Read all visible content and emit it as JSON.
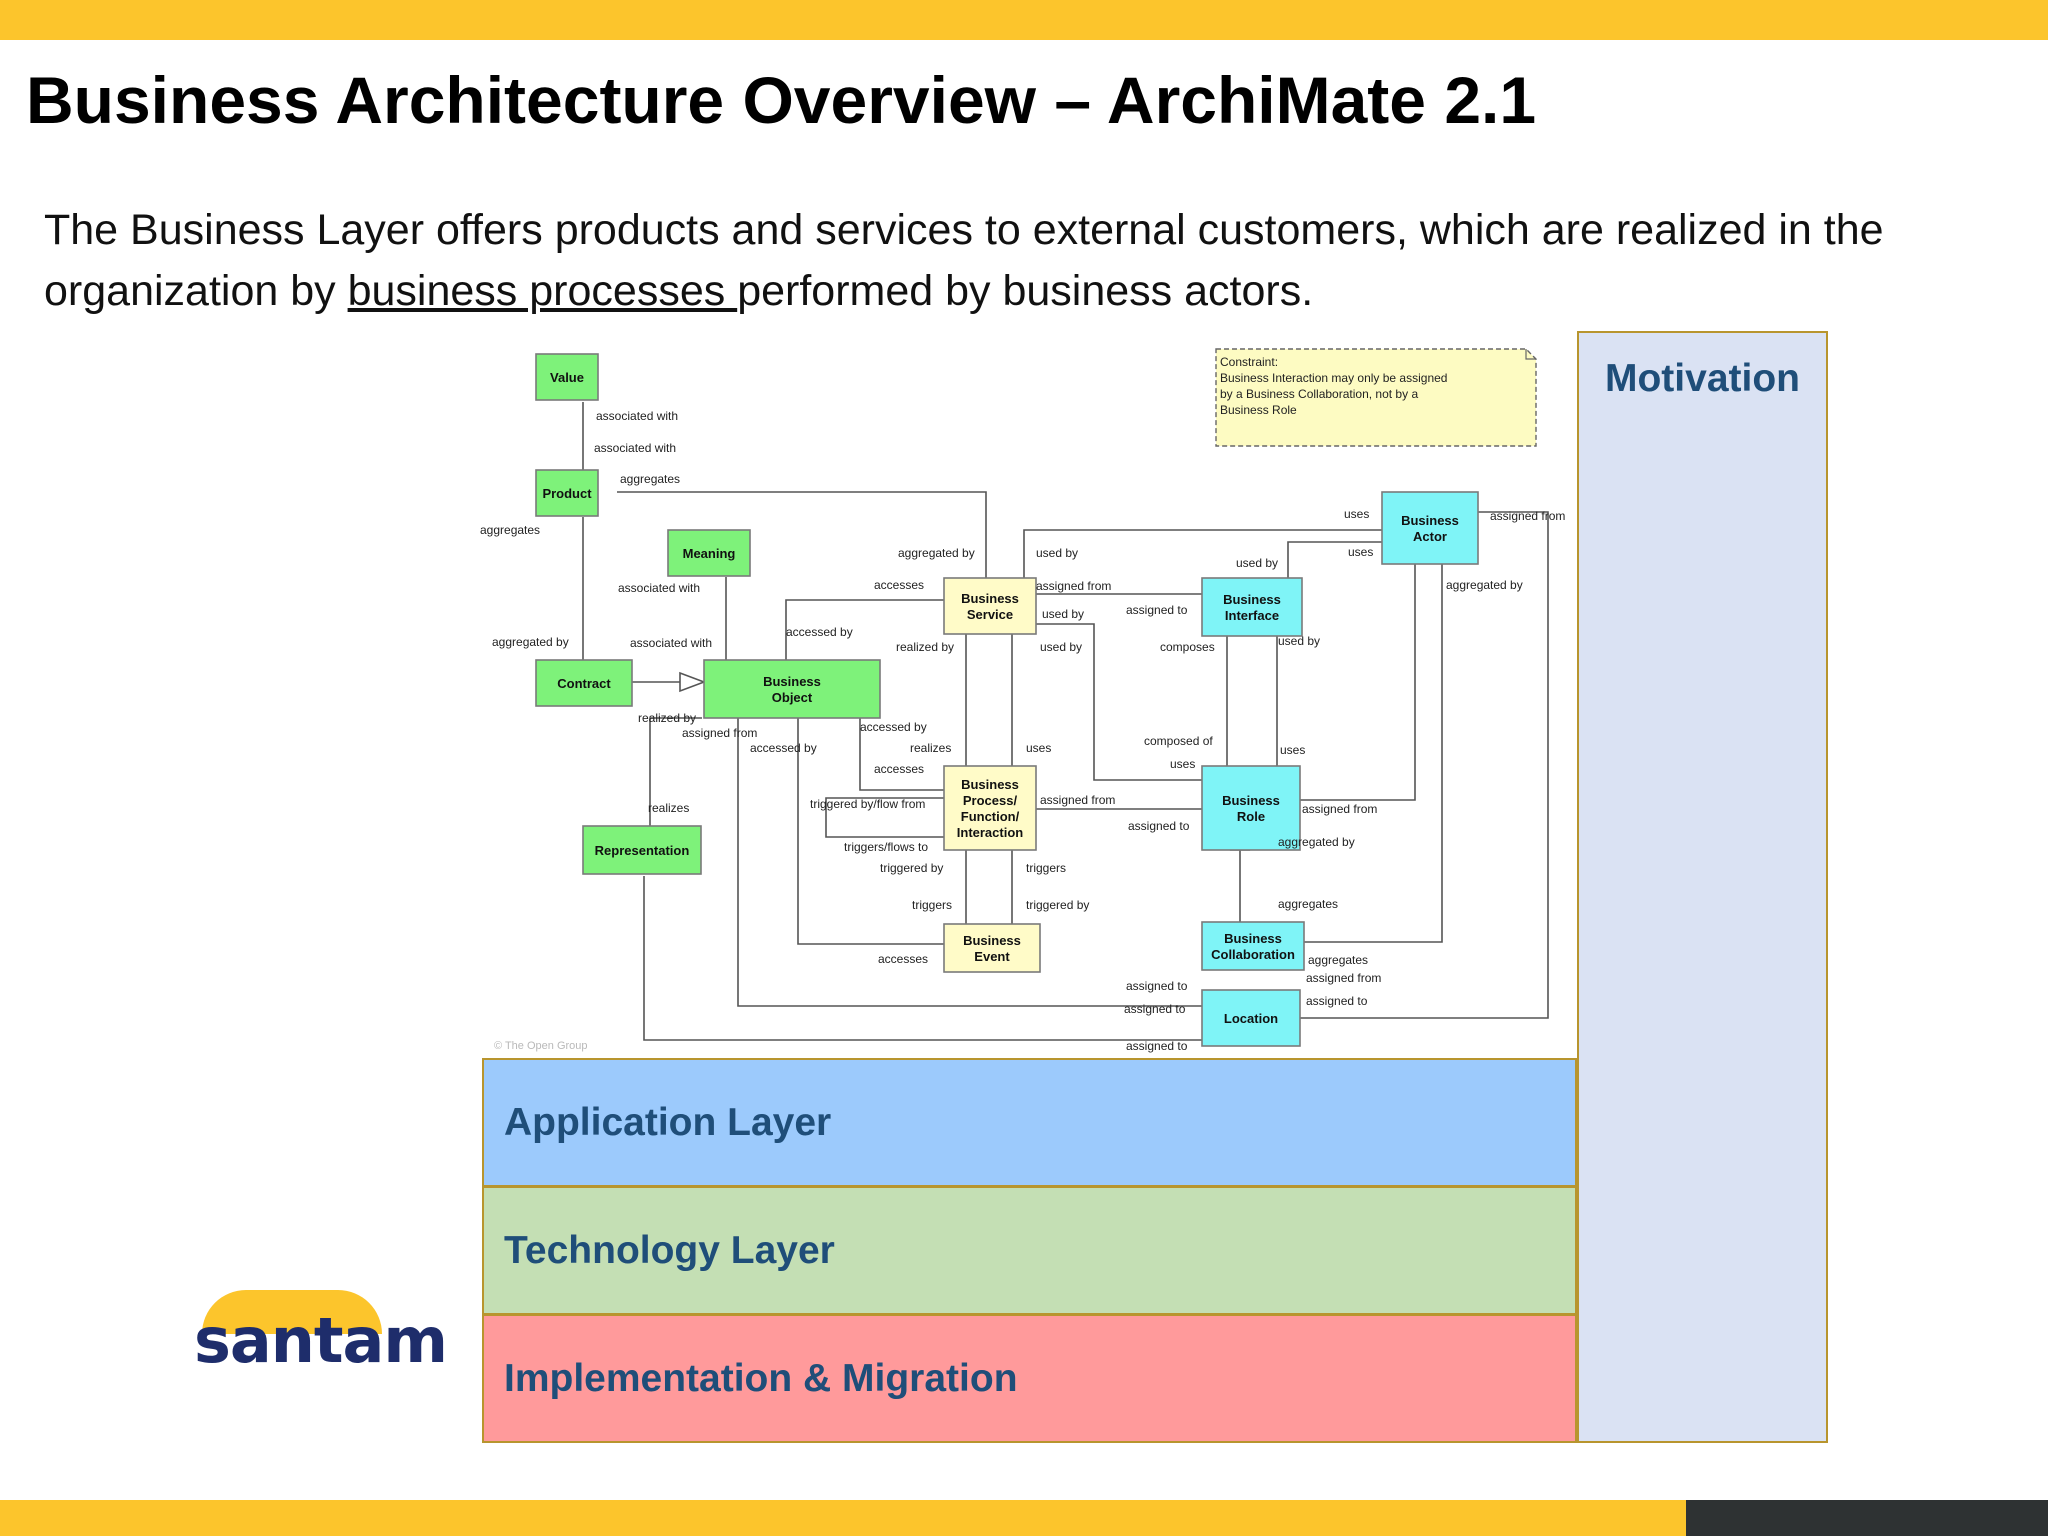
{
  "title": "Business Architecture Overview – ArchiMate 2.1",
  "subtitle": {
    "before": "The Business Layer offers products and services to external customers, which are realized in the organization by ",
    "link": "business processes ",
    "after": "performed by business actors."
  },
  "colors": {
    "accent_bar": "#fcc52c",
    "heading_text": "#1f4e79",
    "passive": "#7ef27a",
    "behavior": "#fffbc8",
    "active": "#7ff4f7",
    "application": "#9ccafc",
    "technology": "#c4dfb4",
    "implementation": "#ff9a9b",
    "motivation": "#dae2f3"
  },
  "diagram": {
    "constraint_lines": [
      "Constraint:",
      "Business Interaction may only be assigned",
      "by  a Business Collaboration, not by a",
      "Business Role"
    ],
    "copyright": "© The Open Group",
    "nodes": [
      {
        "id": "value",
        "lines": [
          "Value"
        ],
        "kind": "passive"
      },
      {
        "id": "product",
        "lines": [
          "Product"
        ],
        "kind": "passive"
      },
      {
        "id": "meaning",
        "lines": [
          "Meaning"
        ],
        "kind": "passive"
      },
      {
        "id": "contract",
        "lines": [
          "Contract"
        ],
        "kind": "passive"
      },
      {
        "id": "business-object",
        "lines": [
          "Business",
          "Object"
        ],
        "kind": "passive"
      },
      {
        "id": "representation",
        "lines": [
          "Representation"
        ],
        "kind": "passive"
      },
      {
        "id": "business-service",
        "lines": [
          "Business",
          "Service"
        ],
        "kind": "behavior"
      },
      {
        "id": "business-process",
        "lines": [
          "Business",
          "Process/",
          "Function/",
          "Interaction"
        ],
        "kind": "behavior"
      },
      {
        "id": "business-event",
        "lines": [
          "Business",
          "Event"
        ],
        "kind": "behavior"
      },
      {
        "id": "business-interface",
        "lines": [
          "Business",
          "Interface"
        ],
        "kind": "active"
      },
      {
        "id": "business-actor",
        "lines": [
          "Business",
          "Actor"
        ],
        "kind": "active"
      },
      {
        "id": "business-role",
        "lines": [
          "Business",
          "Role"
        ],
        "kind": "active"
      },
      {
        "id": "business-collaboration",
        "lines": [
          "Business",
          "Collaboration"
        ],
        "kind": "active"
      },
      {
        "id": "location",
        "lines": [
          "Location"
        ],
        "kind": "active"
      }
    ],
    "labels": [
      "associated with",
      "associated with",
      "aggregates",
      "aggregates",
      "associated with",
      "aggregated by",
      "associated with",
      "aggregated by",
      "accesses",
      "accessed by",
      "realized by",
      "realized by",
      "assigned from",
      "accessed by",
      "accessed by",
      "realizes",
      "realizes",
      "accesses",
      "triggered by/flow from",
      "triggers/flows to",
      "triggered by",
      "triggers",
      "uses",
      "used by",
      "assigned from",
      "used by",
      "used by",
      "assigned to",
      "triggers",
      "triggered by",
      "accesses",
      "assigned from",
      "uses",
      "uses",
      "used by",
      "assigned to",
      "assigned from",
      "aggregated by",
      "composes",
      "used by",
      "composed of",
      "uses",
      "uses",
      "assigned to",
      "assigned from",
      "aggregated by",
      "aggregates",
      "aggregates",
      "assigned to",
      "assigned to",
      "assigned to",
      "assigned from"
    ]
  },
  "layers": {
    "application": "Application Layer",
    "technology": "Technology Layer",
    "implementation": "Implementation & Migration",
    "motivation": "Motivation"
  },
  "logo": {
    "text": "santam"
  }
}
